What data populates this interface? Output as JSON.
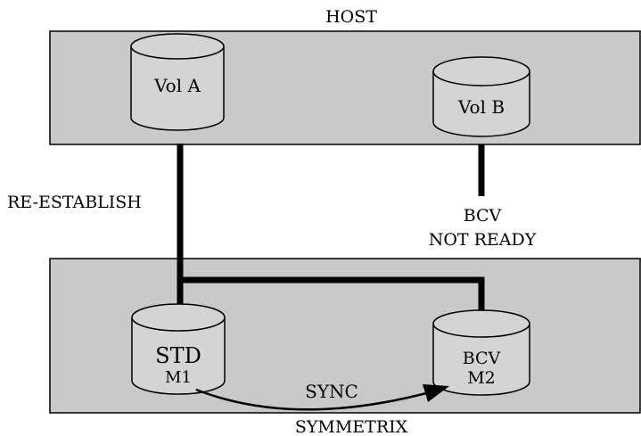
{
  "diagram": {
    "host_label": "HOST",
    "symmetrix_label": "SYMMETRIX",
    "vol_a": "Vol A",
    "vol_b": "Vol B",
    "reestablish_label": "RE-ESTABLISH",
    "bcv_status_line1": "BCV",
    "bcv_status_line2": "NOT READY",
    "std": {
      "name": "STD",
      "mirror": "M1"
    },
    "bcv": {
      "name": "BCV",
      "mirror": "M2"
    },
    "sync_label": "SYNC"
  },
  "colors": {
    "panel_fill": "#c9c9c9",
    "drum_fill": "#d4d4d4",
    "outline": "#000000",
    "background": "#ffffff"
  }
}
